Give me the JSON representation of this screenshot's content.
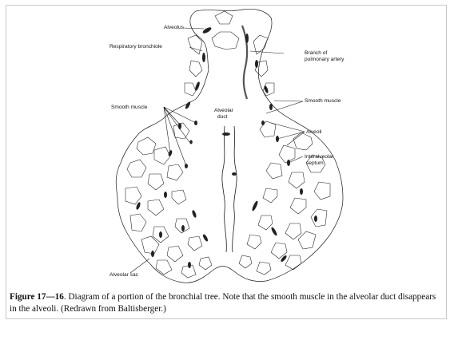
{
  "figure": {
    "labels": {
      "alveolus": "Alveolus",
      "respiratory_bronchiole": "Respiratory bronchiole",
      "branch_of_pulmonary_artery_line1": "Branch of",
      "branch_of_pulmonary_artery_line2": "pulmonary artery",
      "smooth_muscle_left": "Smooth muscle",
      "smooth_muscle_right": "Smooth muscle",
      "alveolar_duct_line1": "Alveolar",
      "alveolar_duct_line2": "duct",
      "alveoli": "Alveoli",
      "interalveolar_septum_line1": "Interalveolar",
      "interalveolar_septum_line2": "septum",
      "alveolar_sac": "Alveolar sac"
    }
  },
  "caption": {
    "figure_number": "Figure 17—16",
    "text": ". Diagram of a portion of the bronchial tree. Note that the smooth muscle in the alveolar duct disappears in the alveoli. (Redrawn from Baltisberger.)"
  },
  "colors": {
    "ink": "#1a1a1a",
    "muscle": "#222222",
    "frame": "#c8c8c8"
  }
}
